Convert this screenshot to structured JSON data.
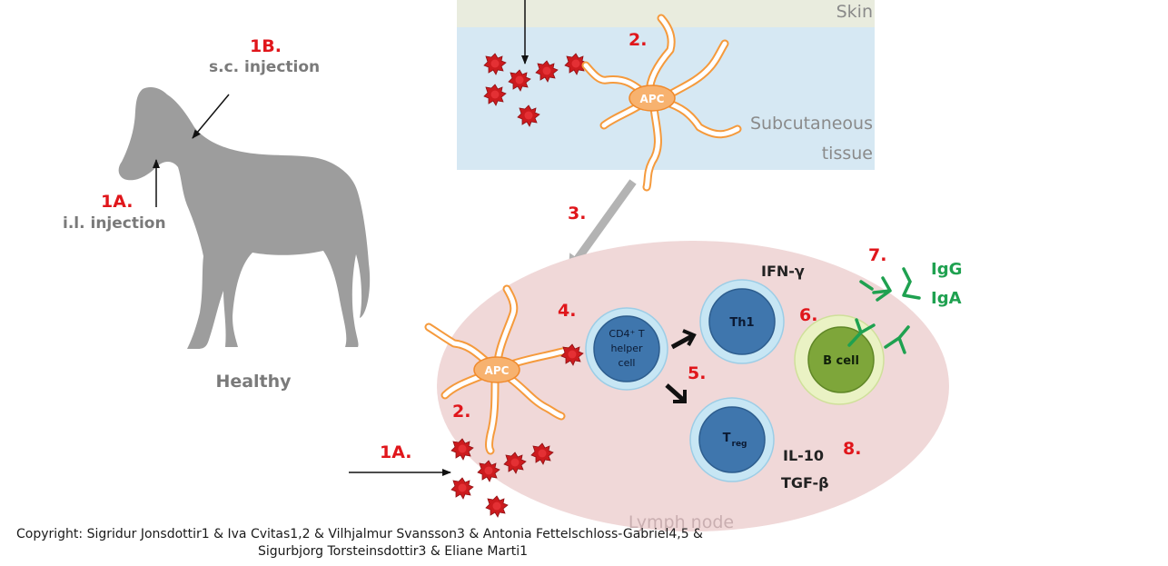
{
  "labels": {
    "skin": "Skin",
    "subcutaneous_1": "Subcutaneous",
    "subcutaneous_2": "tissue",
    "lymph_node": "Lymph node",
    "healthy": "Healthy",
    "sc_injection": "s.c. injection",
    "il_injection": "i.l. injection",
    "apc": "APC",
    "cd4_line1": "CD4⁺ T",
    "cd4_line2": "helper",
    "cd4_line3": "cell",
    "th1": "Th1",
    "treg_main": "T",
    "treg_sub": "reg",
    "bcell": "B cell",
    "ifn": "IFN-γ",
    "il10": "IL-10",
    "tgf": "TGF-β",
    "igg": "IgG",
    "iga": "IgA"
  },
  "steps": {
    "s1b": "1B.",
    "s1a_horse": "1A.",
    "s1a_node": "1A.",
    "s2_skin": "2.",
    "s2_node": "2.",
    "s3": "3.",
    "s4": "4.",
    "s5": "5.",
    "s6": "6.",
    "s7": "7.",
    "s8": "8."
  },
  "copyright": {
    "line1": "Copyright:  Sigridur Jonsdottir1 & Iva Cvitas1,2 & Vilhjalmur Svansson3 & Antonia Fettelschloss-Gabriel4,5 &",
    "line2": "Sigurbjorg Torsteinsdottir3 & Eliane Marti1"
  },
  "colors": {
    "step_red": "#e0161b",
    "skin_band": "#e9ecde",
    "subcutaneous": "#d6e8f3",
    "lymph_node": "#f0d8d8",
    "apc_orange": "#f59a3c",
    "apc_body": "#f7b26f",
    "t_cell_outer": "#c7e6f4",
    "t_cell_inner": "#3f76ad",
    "b_cell_outer": "#eaf2c4",
    "b_cell_inner": "#7ea63a",
    "antibody_green": "#1fa150",
    "allergen_red": "#cc1b1e",
    "horse_gray": "#9d9d9d",
    "label_gray": "#7a7a7a"
  }
}
